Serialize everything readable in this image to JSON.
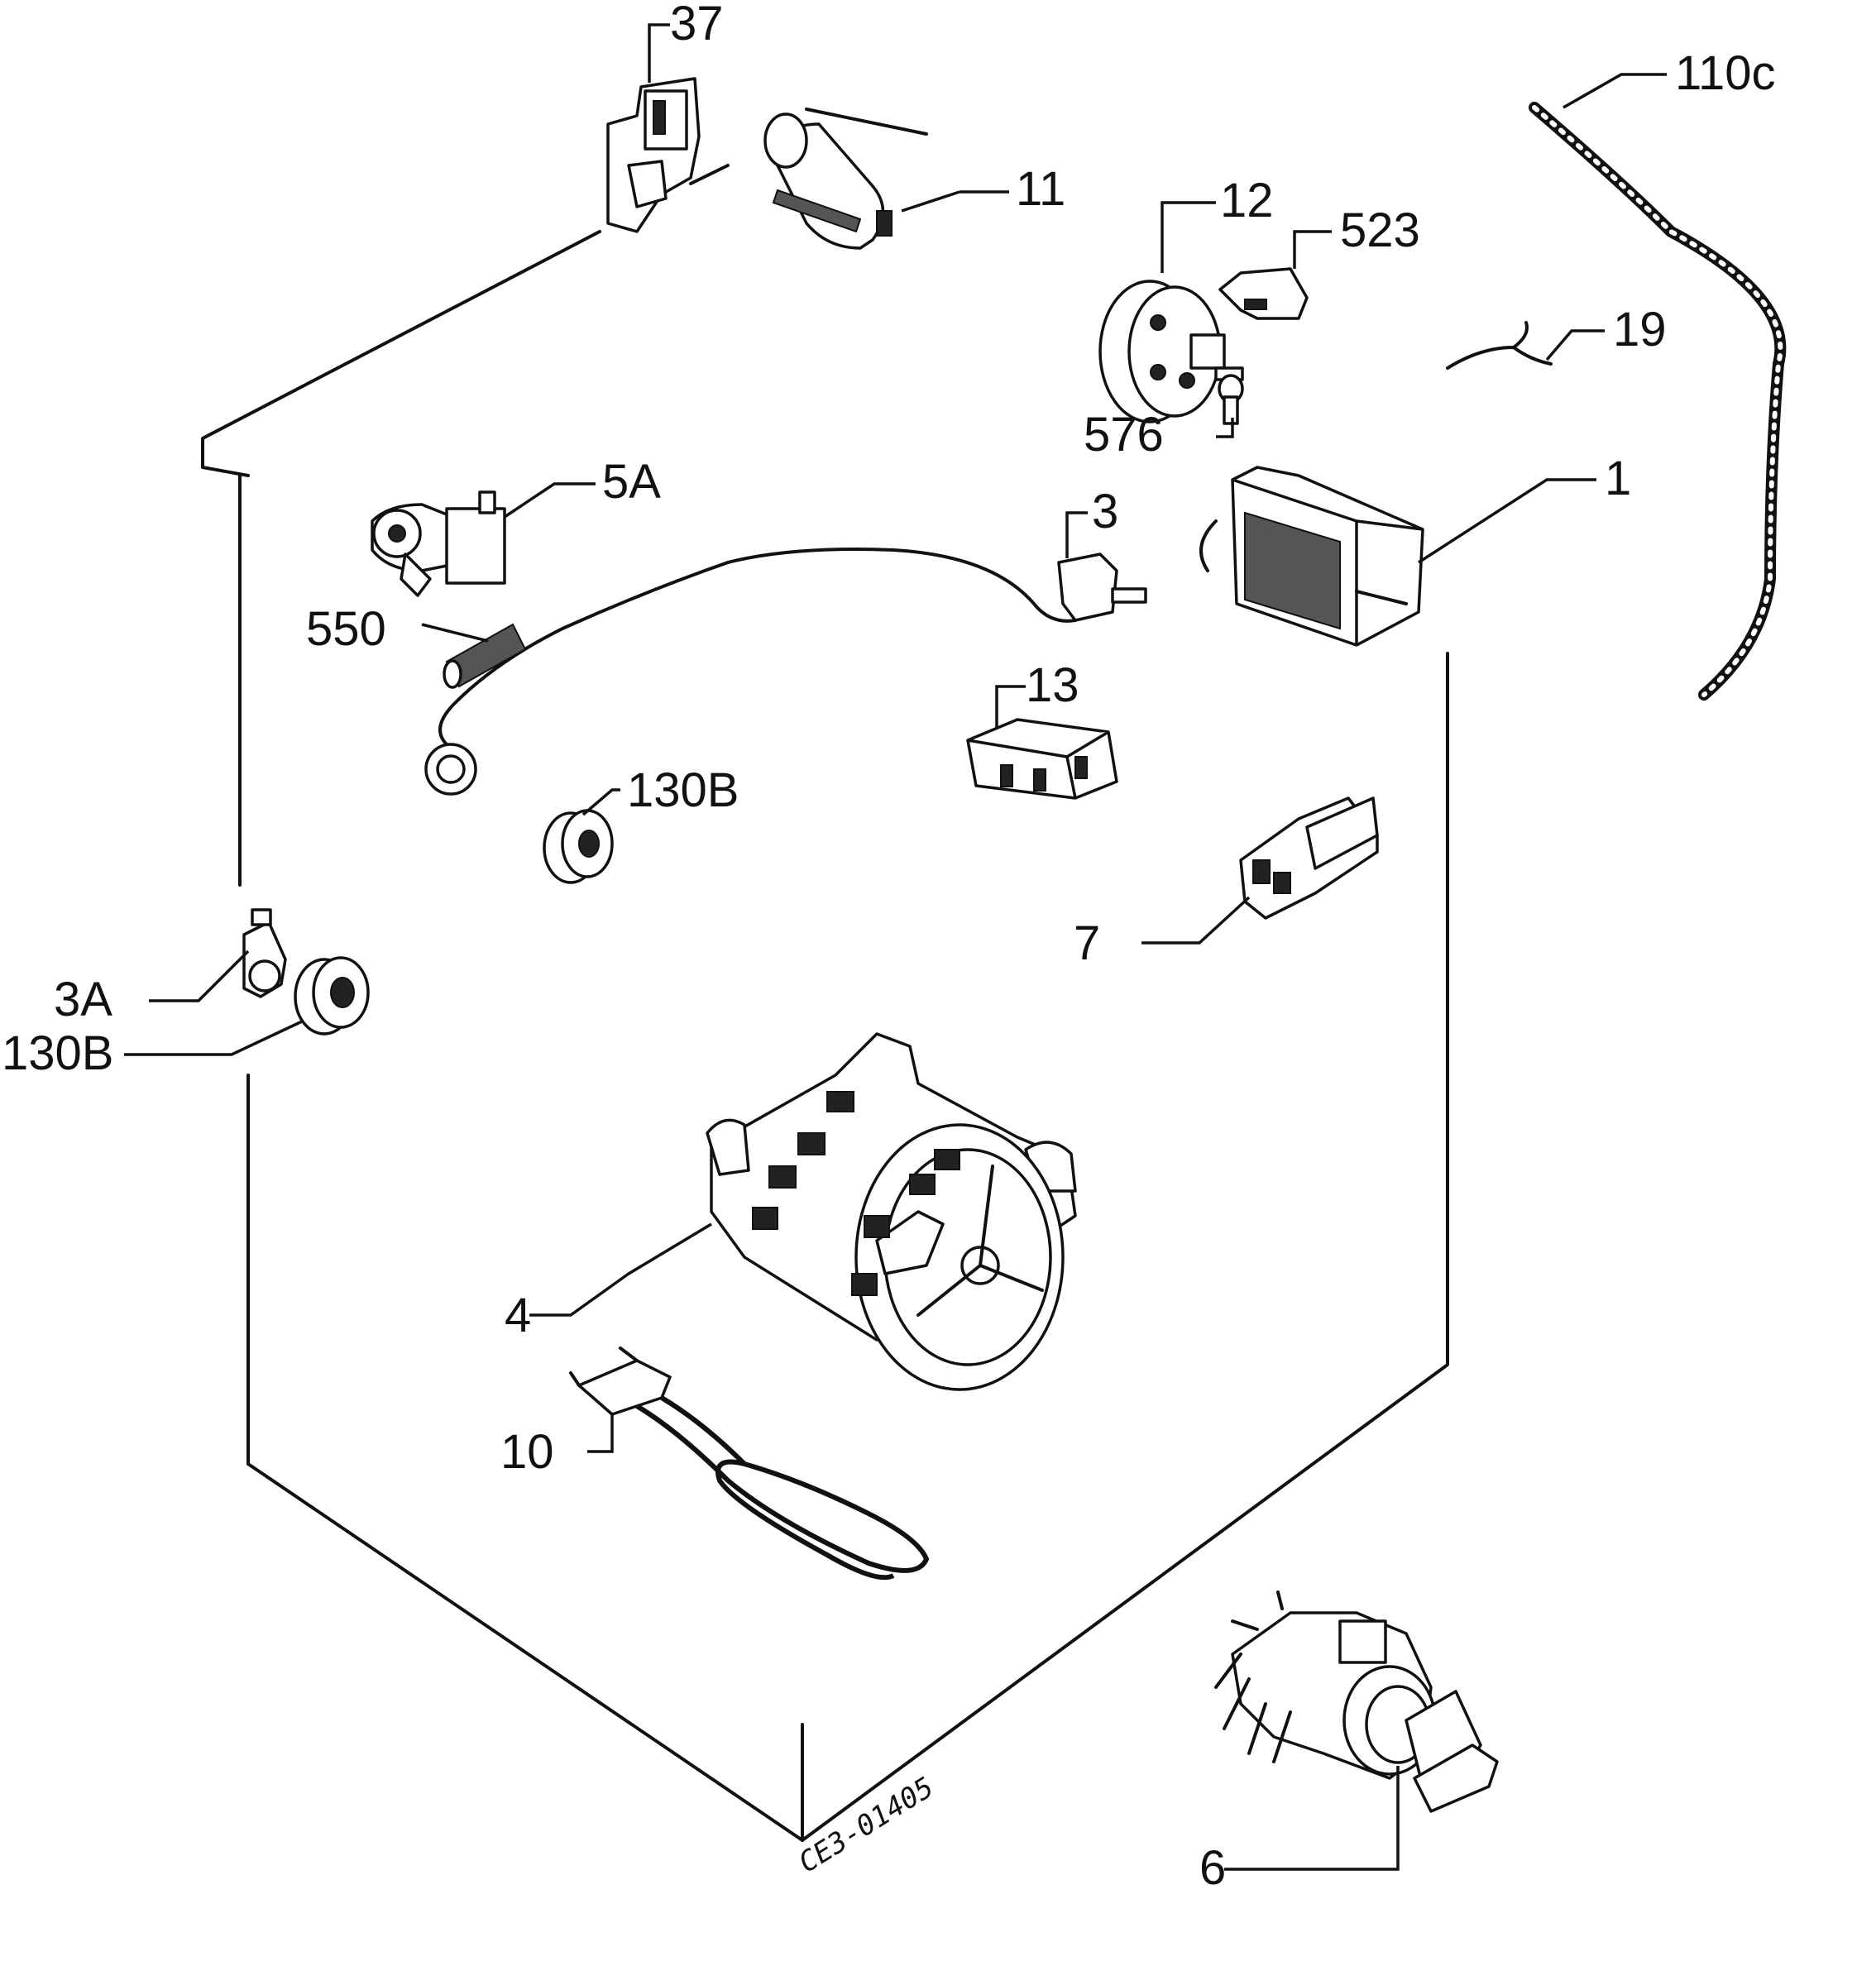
{
  "labels": {
    "p37": "37",
    "p11": "11",
    "p110c": "110c",
    "p12": "12",
    "p523": "523",
    "p19": "19",
    "p576": "576",
    "p1": "1",
    "p5a": "5A",
    "p3": "3",
    "p550": "550",
    "p13": "13",
    "p130b_top": "130B",
    "p7": "7",
    "p3a": "3A",
    "p130b_left": "130B",
    "p4": "4",
    "p10": "10",
    "p6": "6"
  },
  "drawing_code": "CE3-01405"
}
